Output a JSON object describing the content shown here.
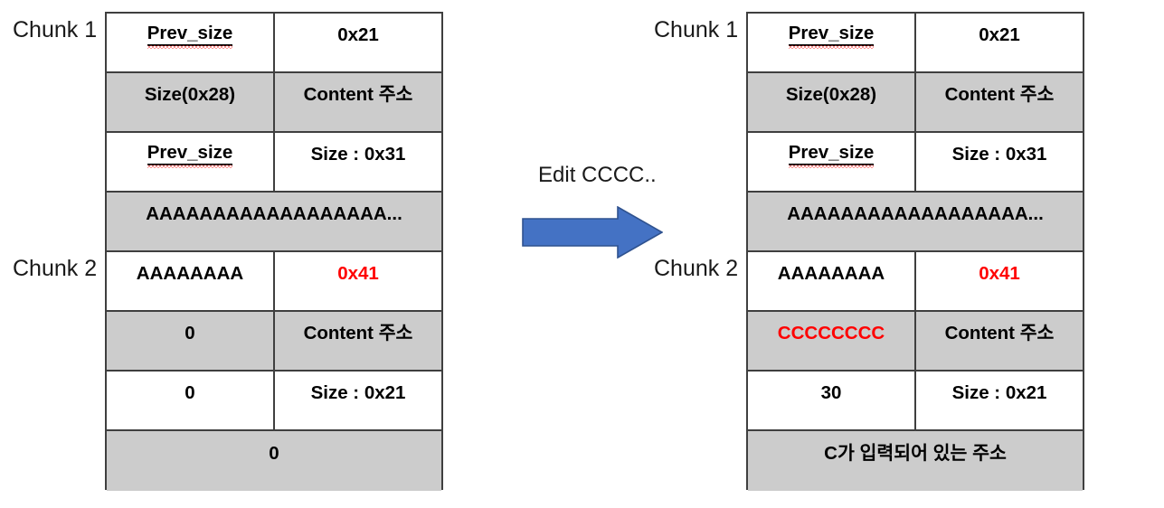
{
  "diagram": {
    "title": "Heap chunk layout before and after editing with C characters",
    "colors": {
      "cell_gray": "#CCCCCC",
      "cell_white": "#FFFFFF",
      "border": "#3F3F3F",
      "highlight_red": "#FF0000",
      "arrow_fill": "#4472C4",
      "arrow_stroke": "#2F528F",
      "text": "#000000"
    },
    "transition": {
      "label": "Edit CCCC..",
      "arrow_icon": "right-block-arrow-icon",
      "direction": "right"
    },
    "before": {
      "chunk_labels": {
        "chunk1": "Chunk 1",
        "chunk2": "Chunk 2"
      },
      "rows": [
        {
          "fill": "white",
          "merged": false,
          "left": "Prev_size",
          "left_style": "underline-spellcheck",
          "right": "0x21",
          "right_style": "plain"
        },
        {
          "fill": "gray",
          "merged": false,
          "left": "Size(0x28)",
          "left_style": "plain",
          "right": "Content 주소",
          "right_style": "plain"
        },
        {
          "fill": "white",
          "merged": false,
          "left": "Prev_size",
          "left_style": "underline-spellcheck",
          "right": "Size : 0x31",
          "right_style": "plain"
        },
        {
          "fill": "gray",
          "merged": true,
          "full": "AAAAAAAAAAAAAAAAAA...",
          "full_style": "plain"
        },
        {
          "fill": "white",
          "merged": false,
          "left": "AAAAAAAA",
          "left_style": "plain",
          "right": "0x41",
          "right_style": "red"
        },
        {
          "fill": "gray",
          "merged": false,
          "left": "0",
          "left_style": "plain",
          "right": "Content 주소",
          "right_style": "plain"
        },
        {
          "fill": "white",
          "merged": false,
          "left": "0",
          "left_style": "plain",
          "right": "Size : 0x21",
          "right_style": "plain"
        },
        {
          "fill": "gray",
          "merged": true,
          "full": "0",
          "full_style": "plain"
        }
      ]
    },
    "after": {
      "chunk_labels": {
        "chunk1": "Chunk 1",
        "chunk2": "Chunk 2"
      },
      "rows": [
        {
          "fill": "white",
          "merged": false,
          "left": "Prev_size",
          "left_style": "underline-spellcheck",
          "right": "0x21",
          "right_style": "plain"
        },
        {
          "fill": "gray",
          "merged": false,
          "left": "Size(0x28)",
          "left_style": "plain",
          "right": "Content 주소",
          "right_style": "plain"
        },
        {
          "fill": "white",
          "merged": false,
          "left": "Prev_size",
          "left_style": "underline-spellcheck",
          "right": "Size : 0x31",
          "right_style": "plain"
        },
        {
          "fill": "gray",
          "merged": true,
          "full": "AAAAAAAAAAAAAAAAAA...",
          "full_style": "plain"
        },
        {
          "fill": "white",
          "merged": false,
          "left": "AAAAAAAA",
          "left_style": "plain",
          "right": "0x41",
          "right_style": "red"
        },
        {
          "fill": "gray",
          "merged": false,
          "left": "CCCCCCCC",
          "left_style": "red",
          "right": "Content 주소",
          "right_style": "plain"
        },
        {
          "fill": "white",
          "merged": false,
          "left": "30",
          "left_style": "plain",
          "right": "Size : 0x21",
          "right_style": "plain"
        },
        {
          "fill": "gray",
          "merged": true,
          "full": "C가 입력되어 있는 주소",
          "full_style": "plain"
        }
      ]
    }
  }
}
